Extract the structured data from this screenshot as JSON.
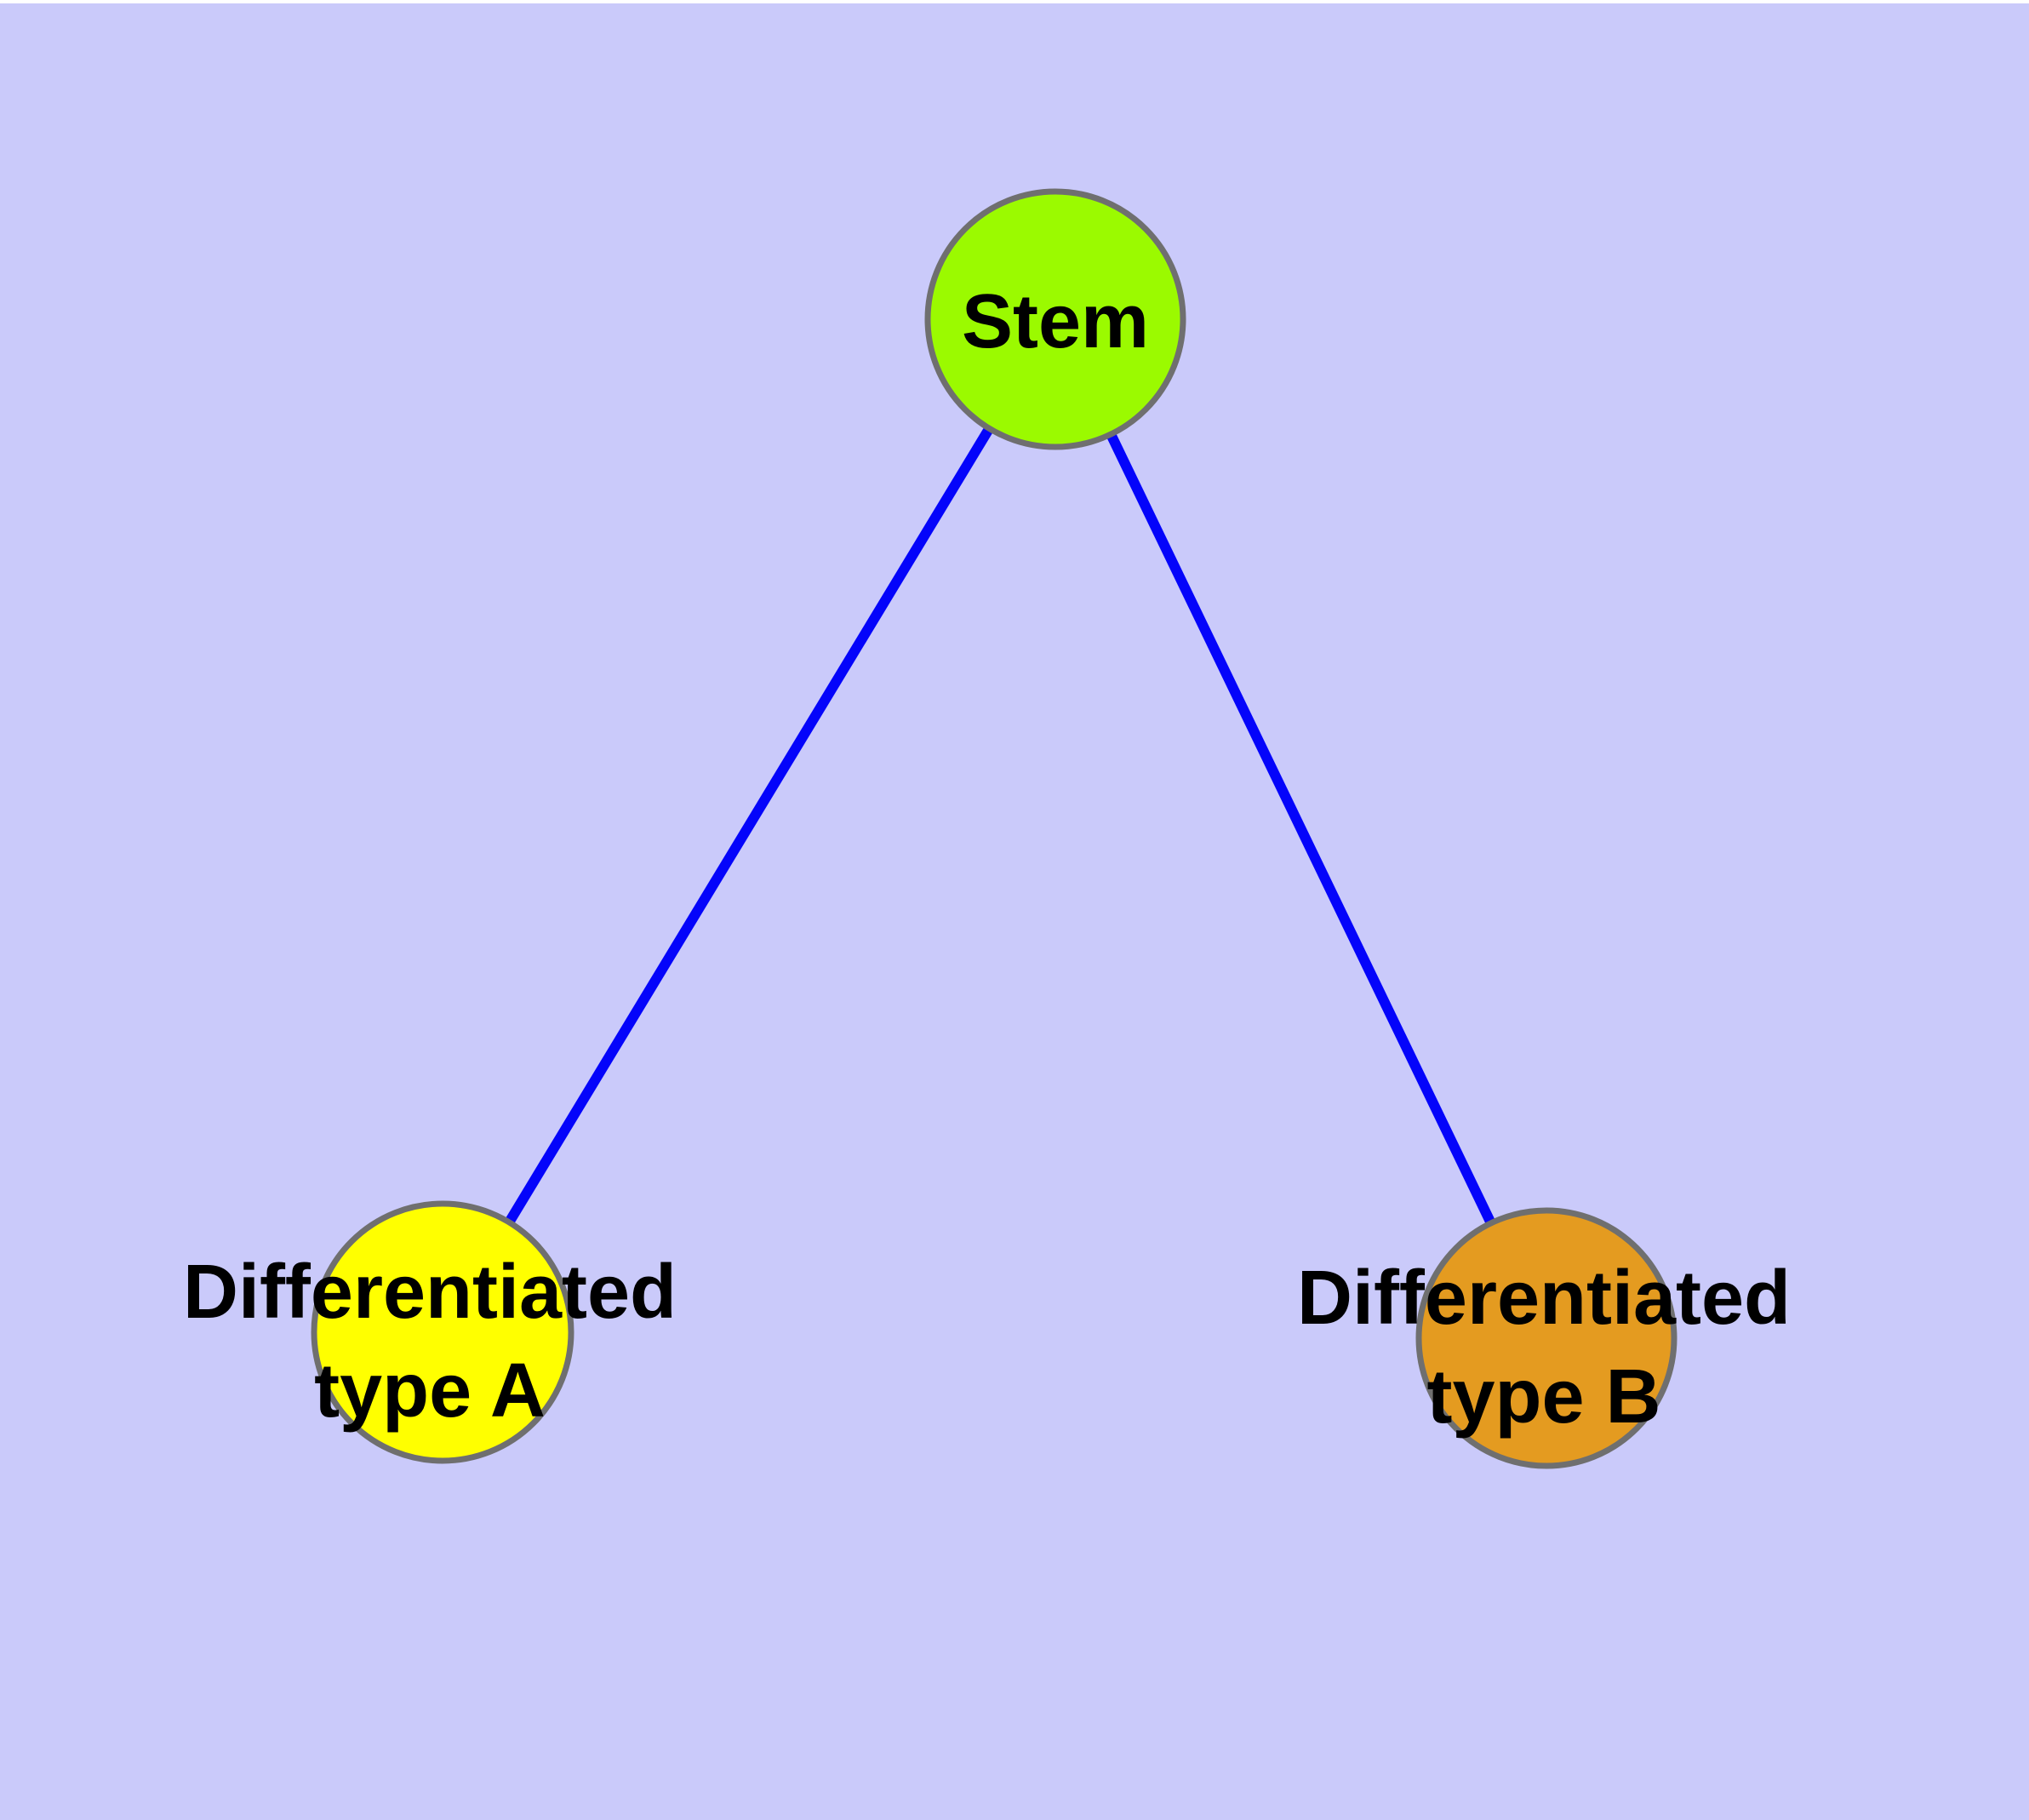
{
  "canvas": {
    "background_color": "#CACAFA",
    "top_margin_color": "#FFFFFF"
  },
  "graph": {
    "type": "node-link-diagram",
    "description": "Cell differentiation hierarchy: one stem node with two differentiated child nodes",
    "text_color": "#000000",
    "edge_color": "#0404FA",
    "node_border_color": "#6F6F6F",
    "nodes": [
      {
        "id": "stem",
        "label": "Stem",
        "fill": "#9BFA00",
        "shape": "circle"
      },
      {
        "id": "differentiated-type-a",
        "label_lines": [
          "Differentiated",
          "type A"
        ],
        "fill": "#FFFF00",
        "shape": "circle"
      },
      {
        "id": "differentiated-type-b",
        "label_lines": [
          "Differentiated",
          "type B"
        ],
        "fill": "#E49B20",
        "shape": "circle"
      }
    ],
    "edges": [
      {
        "from": "stem",
        "to": "differentiated-type-a"
      },
      {
        "from": "stem",
        "to": "differentiated-type-b"
      }
    ]
  }
}
